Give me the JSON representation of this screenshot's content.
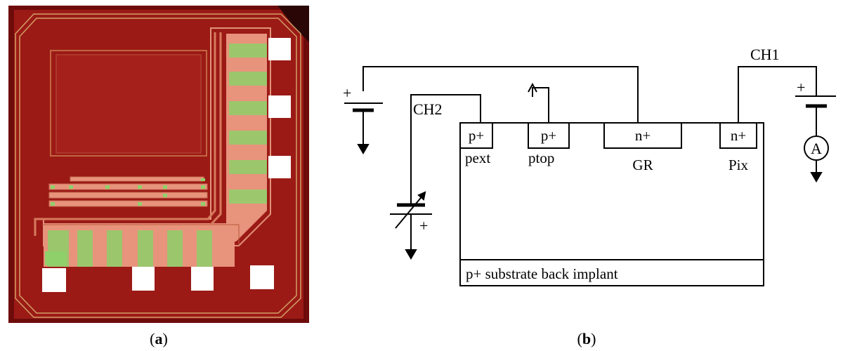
{
  "captions": {
    "a": "a",
    "b": "b"
  },
  "schematic": {
    "ch1": "CH1",
    "ch2": "CH2",
    "plus": "+",
    "ammeter": "A",
    "regions": {
      "pext_type": "p+",
      "pext_name": "pext",
      "ptop_type": "p+",
      "ptop_name": "ptop",
      "gr_type": "n+",
      "gr_name": "GR",
      "pix_type": "n+",
      "pix_name": "Pix"
    },
    "substrate": "p+ substrate back implant"
  },
  "colors": {
    "die_background": "#7a0c0c",
    "die_surface": "#9b1a16",
    "metal_trace": "#e89a7c",
    "implant_green": "#8fd06a",
    "pad": "#ffffff"
  }
}
